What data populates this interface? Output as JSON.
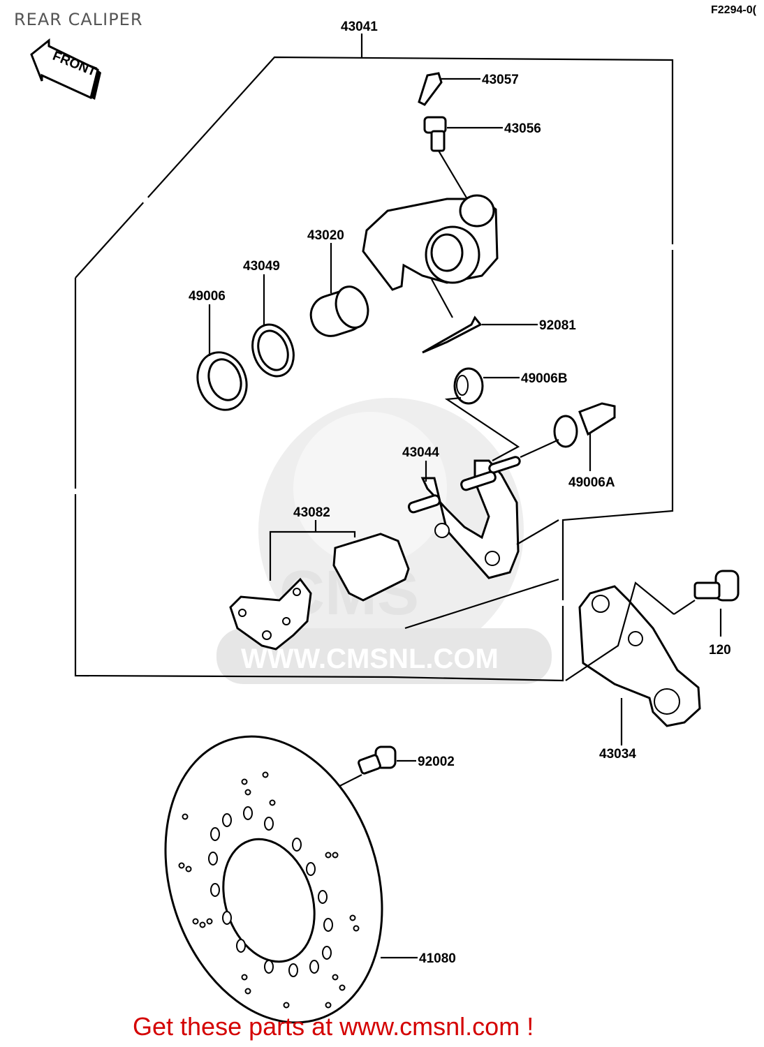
{
  "header": {
    "title": "REAR CALIPER",
    "figure_code": "F2294-0("
  },
  "parts": {
    "caliper_assy": "43041",
    "bleed_cap": "43057",
    "bleed_valve": "43056",
    "piston": "43020",
    "piston_seal": "43049",
    "dust_seal": "49006",
    "pad_spring": "92081",
    "boot_b": "49006B",
    "boot_a": "49006A",
    "caliper_holder": "43044",
    "pad_set": "43082",
    "bolt_120": "120",
    "bracket": "43034",
    "disc_bolt": "92002",
    "disc": "41080"
  },
  "watermark": {
    "brand": "CMS",
    "url": "WWW.CMSNL.COM"
  },
  "front_arrow": "FRONT",
  "footer": {
    "cta": "Get these parts at www.cmsnl.com !"
  }
}
